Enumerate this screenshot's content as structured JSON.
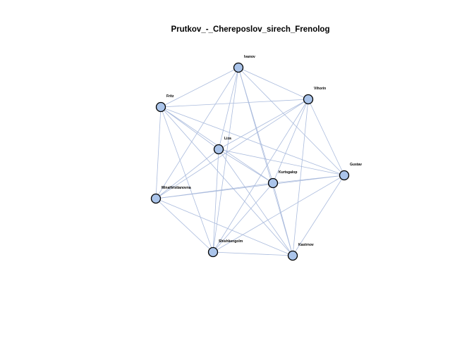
{
  "title": "Prutkov_-_Chereposlov_sirech_Frenolog",
  "colors": {
    "background": "#ffffff",
    "node_fill": "#aac4ea",
    "node_stroke": "#000000",
    "edge": "#aabbdd"
  },
  "nodes": [
    {
      "id": "Ivanov",
      "label": "Ivanov"
    },
    {
      "id": "Vihorin",
      "label": "Vihorin"
    },
    {
      "id": "Fritz",
      "label": "Fritz"
    },
    {
      "id": "Liza",
      "label": "Liza"
    },
    {
      "id": "Gustav",
      "label": "Gustav"
    },
    {
      "id": "Kurtsgalop",
      "label": "Kurtsgalop"
    },
    {
      "id": "MinaHristianovna",
      "label": "MinaHristianovna"
    },
    {
      "id": "Shishkengolm",
      "label": "Shishkengolm"
    },
    {
      "id": "Kastrnov",
      "label": "Kastrnov"
    }
  ],
  "edges": [
    [
      "Ivanov",
      "Vihorin"
    ],
    [
      "Ivanov",
      "Fritz"
    ],
    [
      "Ivanov",
      "Liza"
    ],
    [
      "Ivanov",
      "Gustav"
    ],
    [
      "Ivanov",
      "Kurtsgalop"
    ],
    [
      "Ivanov",
      "MinaHristianovna"
    ],
    [
      "Ivanov",
      "Shishkengolm"
    ],
    [
      "Ivanov",
      "Kastrnov"
    ],
    [
      "Vihorin",
      "Fritz"
    ],
    [
      "Vihorin",
      "Liza"
    ],
    [
      "Vihorin",
      "Gustav"
    ],
    [
      "Vihorin",
      "Kurtsgalop"
    ],
    [
      "Vihorin",
      "MinaHristianovna"
    ],
    [
      "Vihorin",
      "Shishkengolm"
    ],
    [
      "Vihorin",
      "Kastrnov"
    ],
    [
      "Fritz",
      "Liza"
    ],
    [
      "Fritz",
      "Gustav"
    ],
    [
      "Fritz",
      "Kurtsgalop"
    ],
    [
      "Fritz",
      "MinaHristianovna"
    ],
    [
      "Fritz",
      "Shishkengolm"
    ],
    [
      "Fritz",
      "Kastrnov"
    ],
    [
      "Liza",
      "Gustav"
    ],
    [
      "Liza",
      "Kurtsgalop"
    ],
    [
      "Liza",
      "MinaHristianovna"
    ],
    [
      "Liza",
      "Shishkengolm"
    ],
    [
      "Liza",
      "Kastrnov"
    ],
    [
      "Gustav",
      "Kurtsgalop"
    ],
    [
      "Gustav",
      "MinaHristianovna"
    ],
    [
      "Gustav",
      "Shishkengolm"
    ],
    [
      "Gustav",
      "Kastrnov"
    ],
    [
      "Kurtsgalop",
      "MinaHristianovna"
    ],
    [
      "Kurtsgalop",
      "Shishkengolm"
    ],
    [
      "Kurtsgalop",
      "Kastrnov"
    ],
    [
      "MinaHristianovna",
      "Shishkengolm"
    ],
    [
      "MinaHristianovna",
      "Kastrnov"
    ],
    [
      "Shishkengolm",
      "Kastrnov"
    ]
  ]
}
